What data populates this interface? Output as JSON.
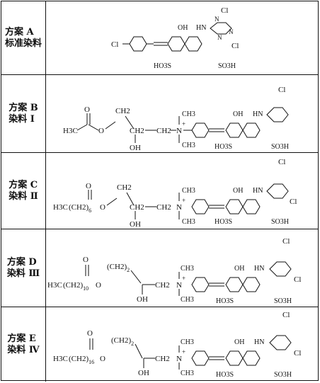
{
  "rows": [
    {
      "id": "A",
      "label_line1": "方案 A",
      "label_line2": "标准染料"
    },
    {
      "id": "B",
      "label_line1": "方案 B",
      "label_line2": "染料 Ⅰ"
    },
    {
      "id": "C",
      "label_line1": "方案 C",
      "label_line2": "染料 Ⅱ"
    },
    {
      "id": "D",
      "label_line1": "方案 D",
      "label_line2": "染料 Ⅲ"
    },
    {
      "id": "E",
      "label_line1": "方案 E",
      "label_line2": "染料 Ⅳ"
    }
  ],
  "atoms": {
    "cl": "Cl",
    "oh": "OH",
    "hn": "HN",
    "n": "N",
    "ho3s": "HO3S",
    "so3h": "SO3H",
    "h3c": "H3C",
    "ch3": "CH3",
    "ch2": "CH2",
    "o": "O",
    "plus": "+",
    "c_paren": "C",
    "ch2_paren": "(CH2)",
    "sub6": "6",
    "sub10": "10",
    "sub16": "16",
    "sub2": "2"
  }
}
